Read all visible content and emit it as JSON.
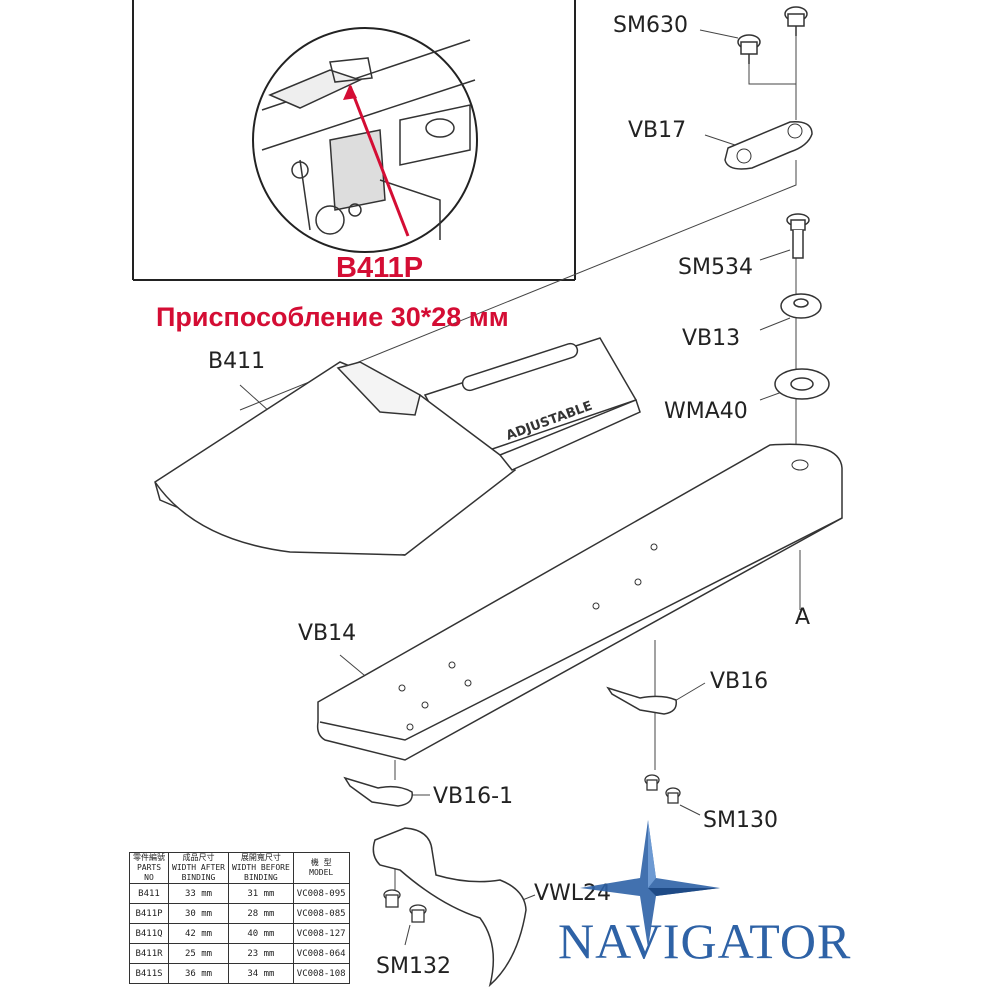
{
  "inset": {
    "code_label": "B411P"
  },
  "caption": "Приспособление 30*28 мм",
  "callouts": {
    "sm630": "SM630",
    "vb17": "VB17",
    "sm534": "SM534",
    "vb13": "VB13",
    "wma40": "WMA40",
    "b411": "B411",
    "vb14": "VB14",
    "a": "A",
    "vb16": "VB16",
    "vb16_1": "VB16-1",
    "sm130": "SM130",
    "vwl24": "VWL24",
    "sm132": "SM132"
  },
  "folder_plate_text": "ADJUSTABLE",
  "parts_table": {
    "headers": [
      [
        "零件編號",
        "PARTS",
        "NO"
      ],
      [
        "成品尺寸",
        "WIDTH AFTER",
        "BINDING"
      ],
      [
        "展開寬尺寸",
        "WIDTH BEFORE",
        "BINDING"
      ],
      [
        "機 型",
        "MODEL",
        ""
      ]
    ],
    "rows": [
      [
        "B411",
        "33 mm",
        "31 mm",
        "VC008-095"
      ],
      [
        "B411P",
        "30 mm",
        "28 mm",
        "VC008-085"
      ],
      [
        "B411Q",
        "42 mm",
        "40 mm",
        "VC008-127"
      ],
      [
        "B411R",
        "25 mm",
        "23 mm",
        "VC008-064"
      ],
      [
        "B411S",
        "36 mm",
        "34 mm",
        "VC008-108"
      ]
    ]
  },
  "logo": {
    "text": "NAVIGATOR"
  },
  "colors": {
    "accent_red": "#d40d34",
    "logo_blue": "#2e62a6",
    "line": "#333333"
  }
}
